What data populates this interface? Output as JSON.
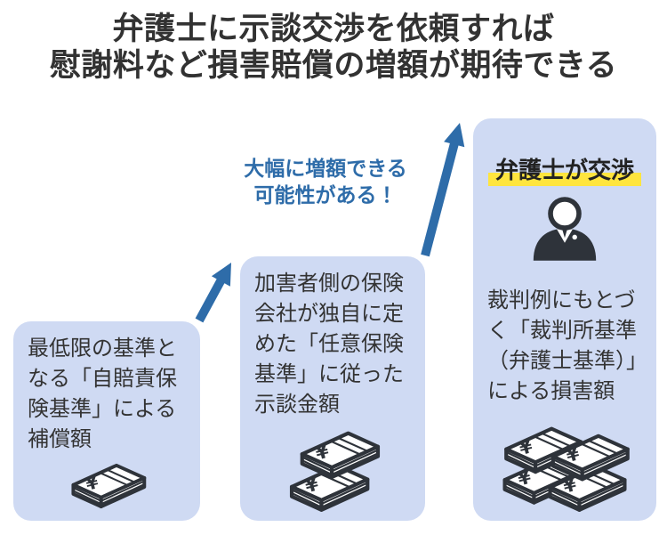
{
  "title": {
    "line1": "弁護士に示談交渉を依頼すれば",
    "line2": "慰謝料など損害賠償の増額が期待できる"
  },
  "callout": {
    "line1": "大幅に増額できる",
    "line2": "可能性がある！"
  },
  "steps": [
    {
      "label": "自賠責保険基準",
      "text": "最低限の基準となる「自賠責保険基準」による補償額",
      "money_stacks": 1
    },
    {
      "label": "任意保険基準",
      "text": "加害者側の保険会社が独自に定めた「任意保険基準」に従った示談金額",
      "money_stacks": 2
    },
    {
      "label": "弁護士基準",
      "header": "弁護士が交渉",
      "text": "裁判例にもとづく「裁判所基準（弁護士基準）」による損害額",
      "money_stacks": 4
    }
  ],
  "icons": {
    "lawyer": "lawyer-person-icon",
    "money": "money-stack-icon",
    "currency_symbol": "¥"
  },
  "colors": {
    "card_bg": "#cfdaf3",
    "accent_blue": "#2e6ca9",
    "highlight_yellow": "#ffe53e",
    "title_text": "#323232",
    "icon_outline": "#2e333a"
  }
}
